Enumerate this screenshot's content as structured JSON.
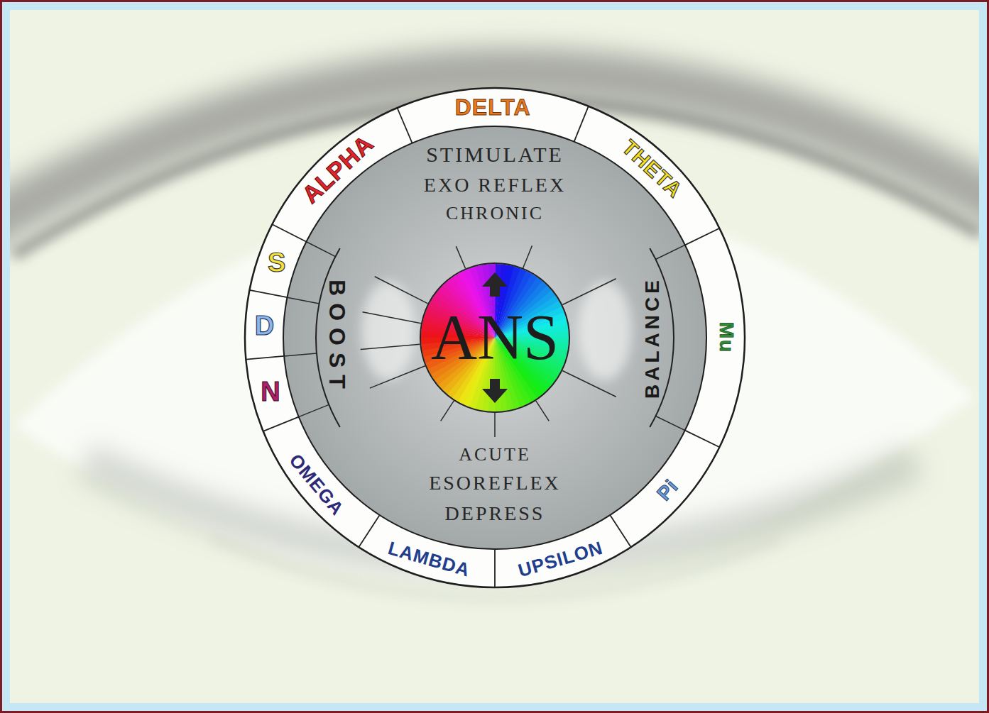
{
  "diagram": {
    "nodes": [
      {
        "text": [
          "ALPHA"
        ]
      },
      {
        "text": [
          "DELTA"
        ]
      },
      {
        "text": [
          "THETA"
        ]
      },
      {
        "text": [
          "Mu"
        ]
      },
      {
        "text": [
          "Pi"
        ]
      },
      {
        "text": [
          "UPSILON"
        ]
      },
      {
        "text": [
          "LAMBDA"
        ]
      },
      {
        "text": [
          "OMEGA"
        ]
      },
      {
        "text": [
          "N"
        ]
      },
      {
        "text": [
          "D"
        ]
      },
      {
        "text": [
          "S"
        ]
      },
      {
        "text": [
          "BOOST"
        ]
      },
      {
        "text": [
          "BALANCE"
        ]
      },
      {
        "text": [
          "ANS"
        ]
      }
    ],
    "labels": [
      "STIMULATE",
      "EXO REFLEX",
      "CHRONIC",
      "ACUTE",
      "ESOREFLEX",
      "DEPRESS"
    ]
  }
}
